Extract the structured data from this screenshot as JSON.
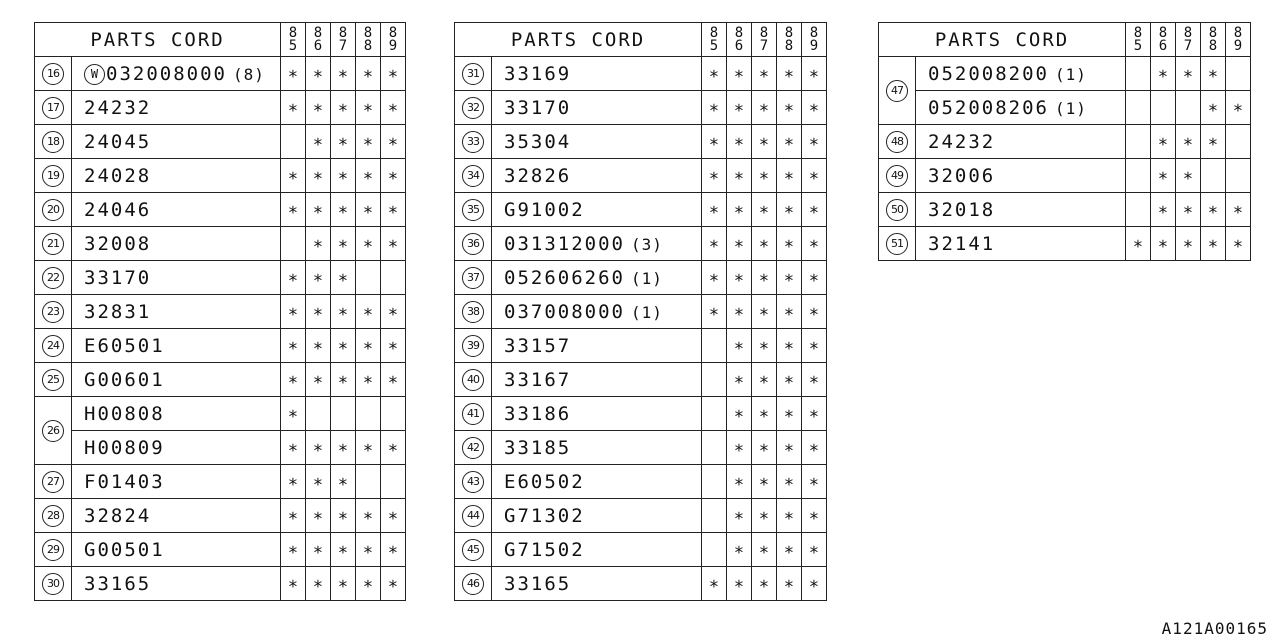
{
  "title": "PARTS CORD",
  "years": [
    "85",
    "86",
    "87",
    "88",
    "89"
  ],
  "mark": "∗",
  "tables": [
    {
      "rows": [
        {
          "num": "16",
          "codes": [
            {
              "prefix": "W",
              "code": "032008000",
              "qty": "(8)",
              "marks": [
                1,
                1,
                1,
                1,
                1
              ]
            }
          ]
        },
        {
          "num": "17",
          "codes": [
            {
              "code": "24232",
              "marks": [
                1,
                1,
                1,
                1,
                1
              ]
            }
          ]
        },
        {
          "num": "18",
          "codes": [
            {
              "code": "24045",
              "marks": [
                0,
                1,
                1,
                1,
                1
              ]
            }
          ]
        },
        {
          "num": "19",
          "codes": [
            {
              "code": "24028",
              "marks": [
                1,
                1,
                1,
                1,
                1
              ]
            }
          ]
        },
        {
          "num": "20",
          "codes": [
            {
              "code": "24046",
              "marks": [
                1,
                1,
                1,
                1,
                1
              ]
            }
          ]
        },
        {
          "num": "21",
          "codes": [
            {
              "code": "32008",
              "marks": [
                0,
                1,
                1,
                1,
                1
              ]
            }
          ]
        },
        {
          "num": "22",
          "codes": [
            {
              "code": "33170",
              "marks": [
                1,
                1,
                1,
                0,
                0
              ]
            }
          ]
        },
        {
          "num": "23",
          "codes": [
            {
              "code": "32831",
              "marks": [
                1,
                1,
                1,
                1,
                1
              ]
            }
          ]
        },
        {
          "num": "24",
          "codes": [
            {
              "code": "E60501",
              "marks": [
                1,
                1,
                1,
                1,
                1
              ]
            }
          ]
        },
        {
          "num": "25",
          "codes": [
            {
              "code": "G00601",
              "marks": [
                1,
                1,
                1,
                1,
                1
              ]
            }
          ]
        },
        {
          "num": "26",
          "codes": [
            {
              "code": "H00808",
              "marks": [
                1,
                0,
                0,
                0,
                0
              ]
            },
            {
              "code": "H00809",
              "marks": [
                1,
                1,
                1,
                1,
                1
              ]
            }
          ]
        },
        {
          "num": "27",
          "codes": [
            {
              "code": "F01403",
              "marks": [
                1,
                1,
                1,
                0,
                0
              ]
            }
          ]
        },
        {
          "num": "28",
          "codes": [
            {
              "code": "32824",
              "marks": [
                1,
                1,
                1,
                1,
                1
              ]
            }
          ]
        },
        {
          "num": "29",
          "codes": [
            {
              "code": "G00501",
              "marks": [
                1,
                1,
                1,
                1,
                1
              ]
            }
          ]
        },
        {
          "num": "30",
          "codes": [
            {
              "code": "33165",
              "marks": [
                1,
                1,
                1,
                1,
                1
              ]
            }
          ]
        }
      ]
    },
    {
      "rows": [
        {
          "num": "31",
          "codes": [
            {
              "code": "33169",
              "marks": [
                1,
                1,
                1,
                1,
                1
              ]
            }
          ]
        },
        {
          "num": "32",
          "codes": [
            {
              "code": "33170",
              "marks": [
                1,
                1,
                1,
                1,
                1
              ]
            }
          ]
        },
        {
          "num": "33",
          "codes": [
            {
              "code": "35304",
              "marks": [
                1,
                1,
                1,
                1,
                1
              ]
            }
          ]
        },
        {
          "num": "34",
          "codes": [
            {
              "code": "32826",
              "marks": [
                1,
                1,
                1,
                1,
                1
              ]
            }
          ]
        },
        {
          "num": "35",
          "codes": [
            {
              "code": "G91002",
              "marks": [
                1,
                1,
                1,
                1,
                1
              ]
            }
          ]
        },
        {
          "num": "36",
          "codes": [
            {
              "code": "031312000",
              "qty": "(3)",
              "marks": [
                1,
                1,
                1,
                1,
                1
              ]
            }
          ]
        },
        {
          "num": "37",
          "codes": [
            {
              "code": "052606260",
              "qty": "(1)",
              "marks": [
                1,
                1,
                1,
                1,
                1
              ]
            }
          ]
        },
        {
          "num": "38",
          "codes": [
            {
              "code": "037008000",
              "qty": "(1)",
              "marks": [
                1,
                1,
                1,
                1,
                1
              ]
            }
          ]
        },
        {
          "num": "39",
          "codes": [
            {
              "code": "33157",
              "marks": [
                0,
                1,
                1,
                1,
                1
              ]
            }
          ]
        },
        {
          "num": "40",
          "codes": [
            {
              "code": "33167",
              "marks": [
                0,
                1,
                1,
                1,
                1
              ]
            }
          ]
        },
        {
          "num": "41",
          "codes": [
            {
              "code": "33186",
              "marks": [
                0,
                1,
                1,
                1,
                1
              ]
            }
          ]
        },
        {
          "num": "42",
          "codes": [
            {
              "code": "33185",
              "marks": [
                0,
                1,
                1,
                1,
                1
              ]
            }
          ]
        },
        {
          "num": "43",
          "codes": [
            {
              "code": "E60502",
              "marks": [
                0,
                1,
                1,
                1,
                1
              ]
            }
          ]
        },
        {
          "num": "44",
          "codes": [
            {
              "code": "G71302",
              "marks": [
                0,
                1,
                1,
                1,
                1
              ]
            }
          ]
        },
        {
          "num": "45",
          "codes": [
            {
              "code": "G71502",
              "marks": [
                0,
                1,
                1,
                1,
                1
              ]
            }
          ]
        },
        {
          "num": "46",
          "codes": [
            {
              "code": "33165",
              "marks": [
                1,
                1,
                1,
                1,
                1
              ]
            }
          ]
        }
      ]
    },
    {
      "rows": [
        {
          "num": "47",
          "codes": [
            {
              "code": "052008200",
              "qty": "(1)",
              "marks": [
                0,
                1,
                1,
                1,
                0
              ]
            },
            {
              "code": "052008206",
              "qty": "(1)",
              "marks": [
                0,
                0,
                0,
                1,
                1
              ]
            }
          ]
        },
        {
          "num": "48",
          "codes": [
            {
              "code": "24232",
              "marks": [
                0,
                1,
                1,
                1,
                0
              ]
            }
          ]
        },
        {
          "num": "49",
          "codes": [
            {
              "code": "32006",
              "marks": [
                0,
                1,
                1,
                0,
                0
              ]
            }
          ]
        },
        {
          "num": "50",
          "codes": [
            {
              "code": "32018",
              "marks": [
                0,
                1,
                1,
                1,
                1
              ]
            }
          ]
        },
        {
          "num": "51",
          "codes": [
            {
              "code": "32141",
              "marks": [
                1,
                1,
                1,
                1,
                1
              ]
            }
          ]
        }
      ]
    }
  ],
  "reference": "A121A00165"
}
